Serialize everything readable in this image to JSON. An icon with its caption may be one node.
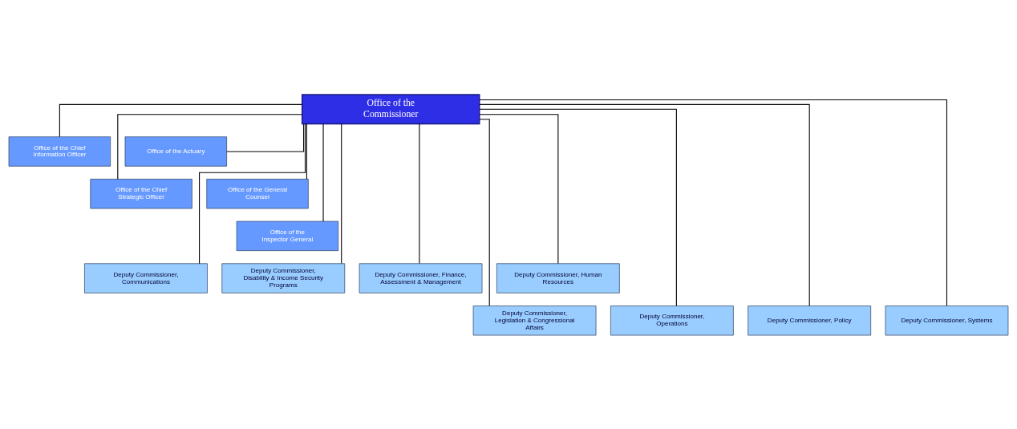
{
  "diagram": {
    "nodes": [
      {
        "text": [
          "Office of the Commissioner"
        ]
      },
      {
        "text": [
          "Office of the Chief Information Officer"
        ]
      },
      {
        "text": [
          "Office of the Actuary"
        ]
      },
      {
        "text": [
          "Office of the Chief Strategic Officer"
        ]
      },
      {
        "text": [
          "Office of the General Counsel"
        ]
      },
      {
        "text": [
          "Office of the Inspector General"
        ]
      },
      {
        "text": [
          "Deputy Commissioner, Communications"
        ]
      },
      {
        "text": [
          "Deputy Commissioner, Disability & Income Security Programs"
        ]
      },
      {
        "text": [
          "Deputy Commissioner, Finance, Assessment & Management"
        ]
      },
      {
        "text": [
          "Deputy Commissioner, Human Resources"
        ]
      },
      {
        "text": [
          "Deputy Commissioner, Legislation & Congressional Affairs"
        ]
      },
      {
        "text": [
          "Deputy Commissioner, Operations"
        ]
      },
      {
        "text": [
          "Deputy Commissioner, Policy"
        ]
      },
      {
        "text": [
          "Deputy Commissioner, Systems"
        ]
      }
    ],
    "edges": [
      {
        "from": 0,
        "to": 1,
        "arrow": "none"
      },
      {
        "from": 0,
        "to": 2,
        "arrow": "none"
      },
      {
        "from": 0,
        "to": 3,
        "arrow": "none"
      },
      {
        "from": 0,
        "to": 4,
        "arrow": "none"
      },
      {
        "from": 0,
        "to": 5,
        "arrow": "none"
      },
      {
        "from": 0,
        "to": 6,
        "arrow": "none"
      },
      {
        "from": 0,
        "to": 7,
        "arrow": "none"
      },
      {
        "from": 0,
        "to": 8,
        "arrow": "none"
      },
      {
        "from": 0,
        "to": 9,
        "arrow": "none"
      },
      {
        "from": 0,
        "to": 10,
        "arrow": "none"
      },
      {
        "from": 0,
        "to": 11,
        "arrow": "none"
      },
      {
        "from": 0,
        "to": 12,
        "arrow": "none"
      },
      {
        "from": 0,
        "to": 13,
        "arrow": "none"
      }
    ]
  }
}
